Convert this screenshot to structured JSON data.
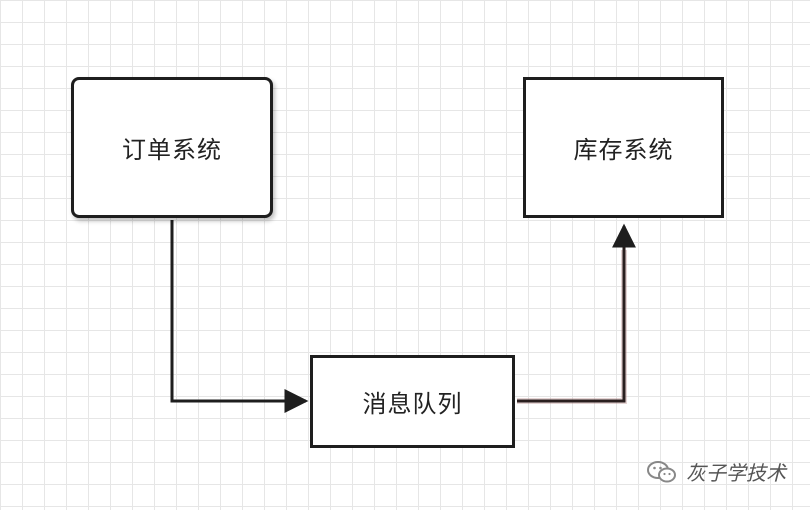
{
  "nodes": {
    "order_system": "订单系统",
    "inventory_system": "库存系统",
    "message_queue": "消息队列"
  },
  "watermark": {
    "text": "灰子学技术",
    "icon": "wechat-icon"
  },
  "colors": {
    "stroke": "#1e1e1e",
    "grid": "#e6e6e6",
    "edge_highlight": "#7a2a2a"
  }
}
